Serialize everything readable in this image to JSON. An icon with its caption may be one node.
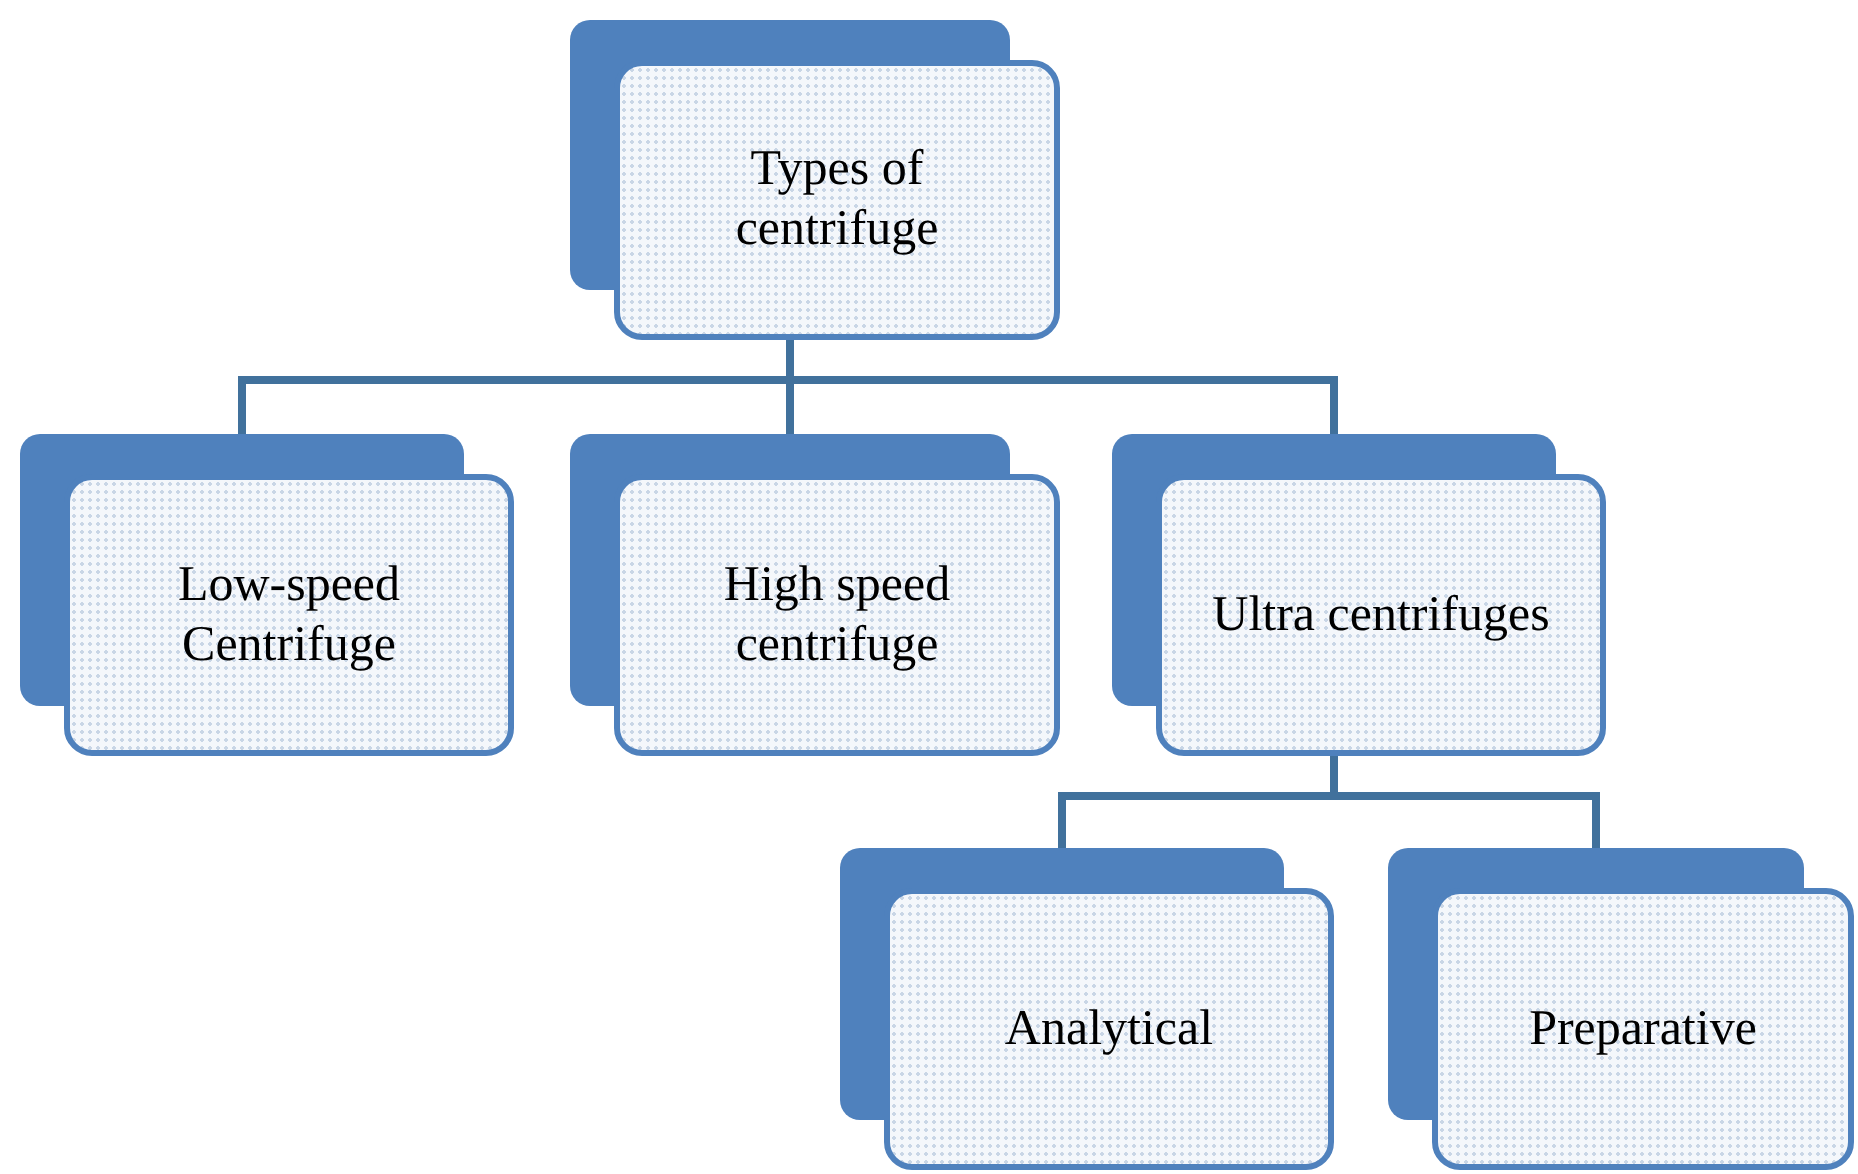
{
  "diagram": {
    "nodes": [
      {
        "text": [
          "Types of centrifuge"
        ]
      },
      {
        "text": [
          "Low-speed Centrifuge"
        ]
      },
      {
        "text": [
          "High speed centrifuge"
        ]
      },
      {
        "text": [
          "Ultra centrifuges"
        ]
      },
      {
        "text": [
          "Analytical"
        ]
      },
      {
        "text": [
          "Preparative"
        ]
      }
    ],
    "edges": [
      {
        "from": 0,
        "to": 1,
        "arrow": "none"
      },
      {
        "from": 0,
        "to": 2,
        "arrow": "none"
      },
      {
        "from": 0,
        "to": 3,
        "arrow": "none"
      },
      {
        "from": 3,
        "to": 4,
        "arrow": "none"
      },
      {
        "from": 3,
        "to": 5,
        "arrow": "none"
      }
    ]
  }
}
